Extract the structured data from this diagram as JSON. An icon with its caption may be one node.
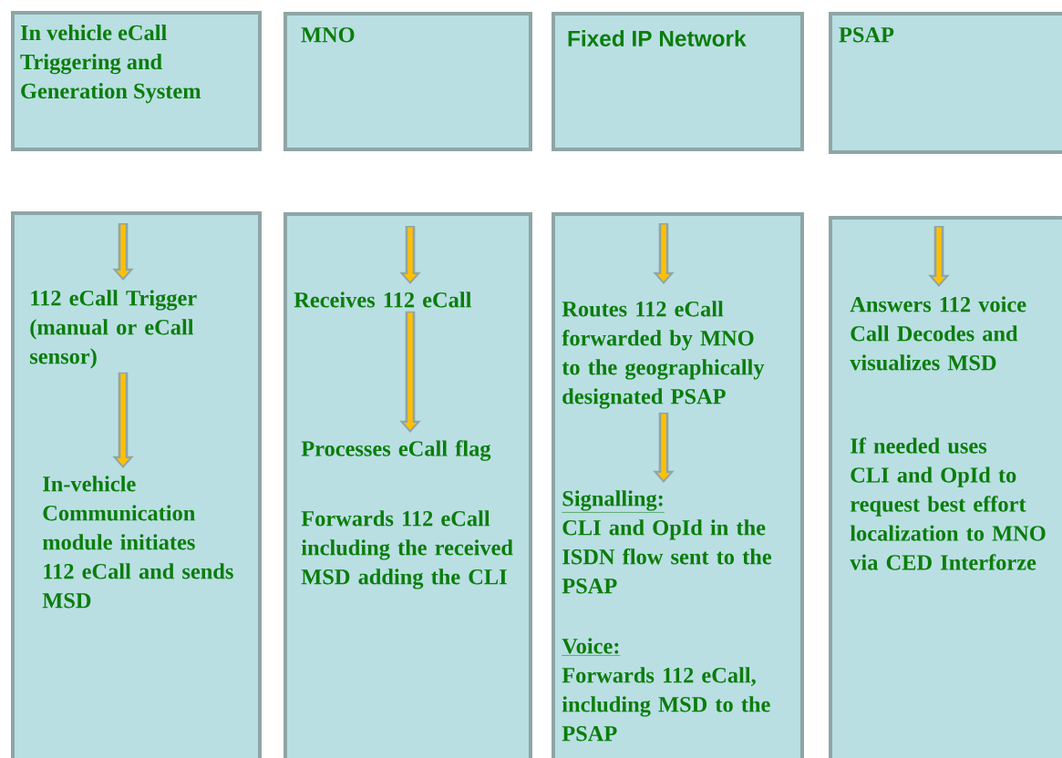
{
  "diagram": {
    "nodes": [
      {
        "text": [
          "In vehicle eCall Triggering and Generation System"
        ]
      },
      {
        "text": [
          "MNO"
        ]
      },
      {
        "text": [
          "Fixed IP Network"
        ]
      },
      {
        "text": [
          "PSAP"
        ]
      },
      {
        "text": [],
        "shape": "box"
      },
      {
        "text": [
          "112 eCall Trigger (manual or eCall sensor)"
        ],
        "in": 4
      },
      {
        "text": [
          "In-vehicle Communication module initiates 112 eCall and sends MSD"
        ],
        "in": 4
      },
      {
        "text": [],
        "shape": "box"
      },
      {
        "text": [
          "Receives 112 eCall"
        ],
        "in": 7
      },
      {
        "text": [
          "Processes eCall flag"
        ],
        "in": 7
      },
      {
        "text": [
          "Forwards 112 eCall including the received MSD adding the CLI"
        ],
        "in": 7
      },
      {
        "text": [],
        "shape": "box"
      },
      {
        "text": [
          "Routes 112 eCall forwarded by MNO to the geographically designated PSAP"
        ],
        "in": 11
      },
      {
        "text": [
          "Signalling:",
          "CLI and OpId in the ISDN flow sent to the PSAP"
        ],
        "in": 11
      },
      {
        "text": [
          "Voice:",
          "Forwards 112 eCall, including MSD to the PSAP"
        ],
        "in": 11
      },
      {
        "text": [],
        "shape": "box"
      },
      {
        "text": [
          "Answers 112 voice Call Decodes and visualizes MSD"
        ],
        "in": 15
      },
      {
        "text": [
          "If needed uses CLI and OpId to request best effort localization to MNO via CED Interforze"
        ],
        "in": 15
      }
    ],
    "edges": [
      {
        "from": null,
        "to": 5,
        "arrow": "to"
      },
      {
        "from": 5,
        "to": 6,
        "arrow": "to"
      },
      {
        "from": null,
        "to": 8,
        "arrow": "to"
      },
      {
        "from": 8,
        "to": 9,
        "arrow": "to"
      },
      {
        "from": null,
        "to": 12,
        "arrow": "to"
      },
      {
        "from": 12,
        "to": 13,
        "arrow": "to"
      },
      {
        "from": null,
        "to": 16,
        "arrow": "to"
      }
    ]
  }
}
